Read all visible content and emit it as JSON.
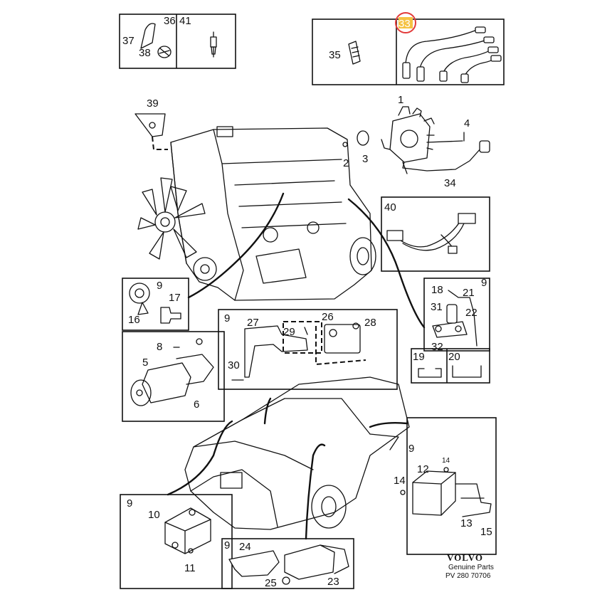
{
  "labels": {
    "p1": "1",
    "p2": "2",
    "p3": "3",
    "p4": "4",
    "p5": "5",
    "p6": "6",
    "p8": "8",
    "p9a": "9",
    "p9b": "9",
    "p9c": "9",
    "p9d": "9",
    "p9e": "9",
    "p9f": "9",
    "p10": "10",
    "p11": "11",
    "p12": "12",
    "p13": "13",
    "p14a": "14",
    "p14b": "14",
    "p15": "15",
    "p16": "16",
    "p17": "17",
    "p18": "18",
    "p19": "19",
    "p20": "20",
    "p21": "21",
    "p22": "22",
    "p23": "23",
    "p24": "24",
    "p25": "25",
    "p26": "26",
    "p27": "27",
    "p28": "28",
    "p29": "29",
    "p30": "30",
    "p31": "31",
    "p32": "32",
    "p33": "33",
    "p34": "34",
    "p35": "35",
    "p36": "36",
    "p37": "37",
    "p38": "38",
    "p39": "39",
    "p40": "40",
    "p41": "41"
  },
  "brand": {
    "name": "VOLVO",
    "tagline": "Genuine Parts",
    "code": "PV 280 70706"
  },
  "highlight": {
    "label": "33",
    "fill": "#f5c242",
    "stroke": "#e23a3a"
  }
}
